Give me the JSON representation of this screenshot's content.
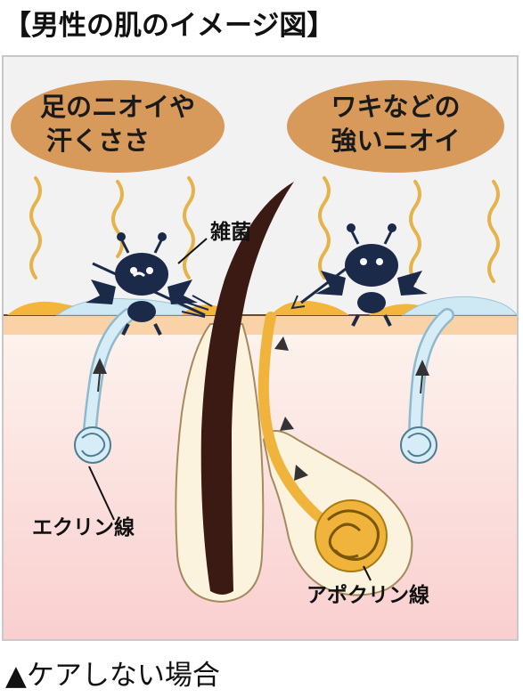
{
  "title": "【男性の肌のイメージ図】",
  "bubbles": {
    "left": {
      "line1": "足のニオイや",
      "line2": "汗くささ"
    },
    "right": {
      "line1": "ワキなどの",
      "line2": "強いニオイ"
    }
  },
  "labels": {
    "bacteria": "雑菌",
    "eccrine": "エクリン線",
    "apocrine": "アポクリン線"
  },
  "caption": "▲ケアしない場合",
  "colors": {
    "bubble": "#d79a5a",
    "sky": "#f2f2f2",
    "skin_top": "#f9d3a7",
    "skin_body": "#fbe3e1",
    "hair": "#3a1a12",
    "follicle": "#fbf3de",
    "sweat_duct": "#cfe9f4",
    "sebum": "#f0b43c",
    "odor_wave": "#e5b34a"
  }
}
